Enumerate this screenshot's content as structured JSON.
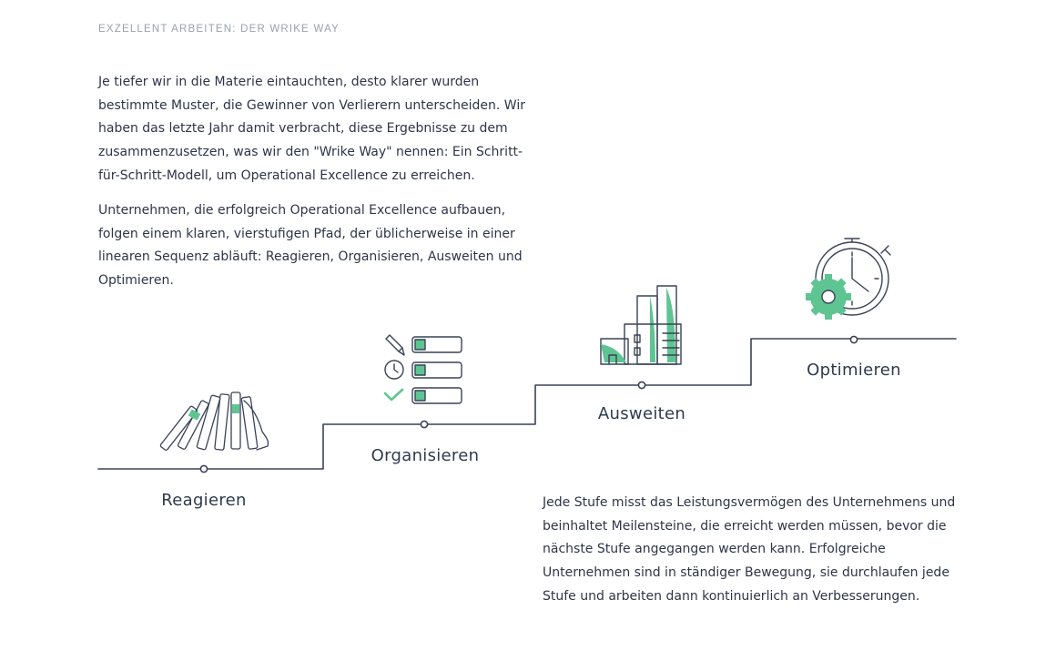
{
  "header": {
    "eyebrow": "EXZELLENT ARBEITEN: DER WRIKE WAY"
  },
  "intro": {
    "paragraph_1": "Je tiefer wir in die Materie eintauchten, desto klarer wurden bestimmte Muster, die Gewinner von Verlierern unterscheiden. Wir haben das letzte Jahr damit verbracht, diese Ergebnisse zu dem zusammenzusetzen, was wir den \"Wrike Way\" nennen: Ein Schritt-für-Schritt-Modell, um Operational Excellence zu erreichen.",
    "paragraph_2": "Unternehmen, die erfolgreich Operational Excellence aufbauen, folgen einem klaren, vierstufigen Pfad, der üblicherweise in einer linearen Sequenz abläuft: Reagieren, Organisieren, Ausweiten und Optimieren."
  },
  "steps": [
    {
      "label": "Reagieren",
      "icon": "falling-books-icon"
    },
    {
      "label": "Organisieren",
      "icon": "checklist-icon"
    },
    {
      "label": "Ausweiten",
      "icon": "buildings-icon"
    },
    {
      "label": "Optimieren",
      "icon": "stopwatch-gear-icon"
    }
  ],
  "outro": {
    "paragraph": "Jede Stufe misst das Leistungsvermögen des Unternehmens und beinhaltet Meilensteine, die erreicht werden müssen, bevor die nächste Stufe angegangen werden kann. Erfolgreiche Unternehmen sind in ständiger Bewegung, sie durchlaufen jede Stufe und arbeiten dann kontinuierlich an Verbesserungen."
  },
  "colors": {
    "line": "#3a4256",
    "accent": "#5ec592",
    "text": "#2e3548"
  }
}
